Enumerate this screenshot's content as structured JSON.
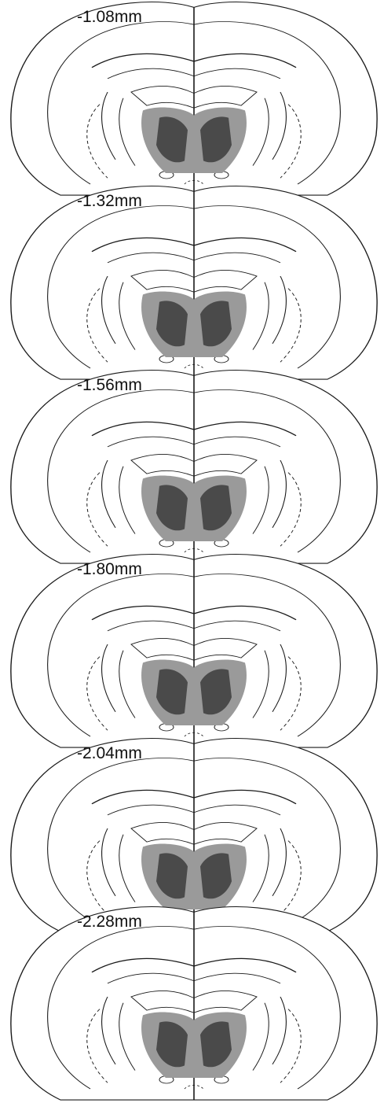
{
  "sections": [
    {
      "label": "-1.08mm"
    },
    {
      "label": "-1.32mm"
    },
    {
      "label": "-1.56mm"
    },
    {
      "label": "-1.80mm"
    },
    {
      "label": "-2.04mm"
    },
    {
      "label": "-2.28mm"
    }
  ],
  "colors": {
    "outline": "#1a1a1a",
    "lesion_min": "#9a9a9a",
    "lesion_max": "#4a4a4a",
    "background": "#ffffff"
  }
}
